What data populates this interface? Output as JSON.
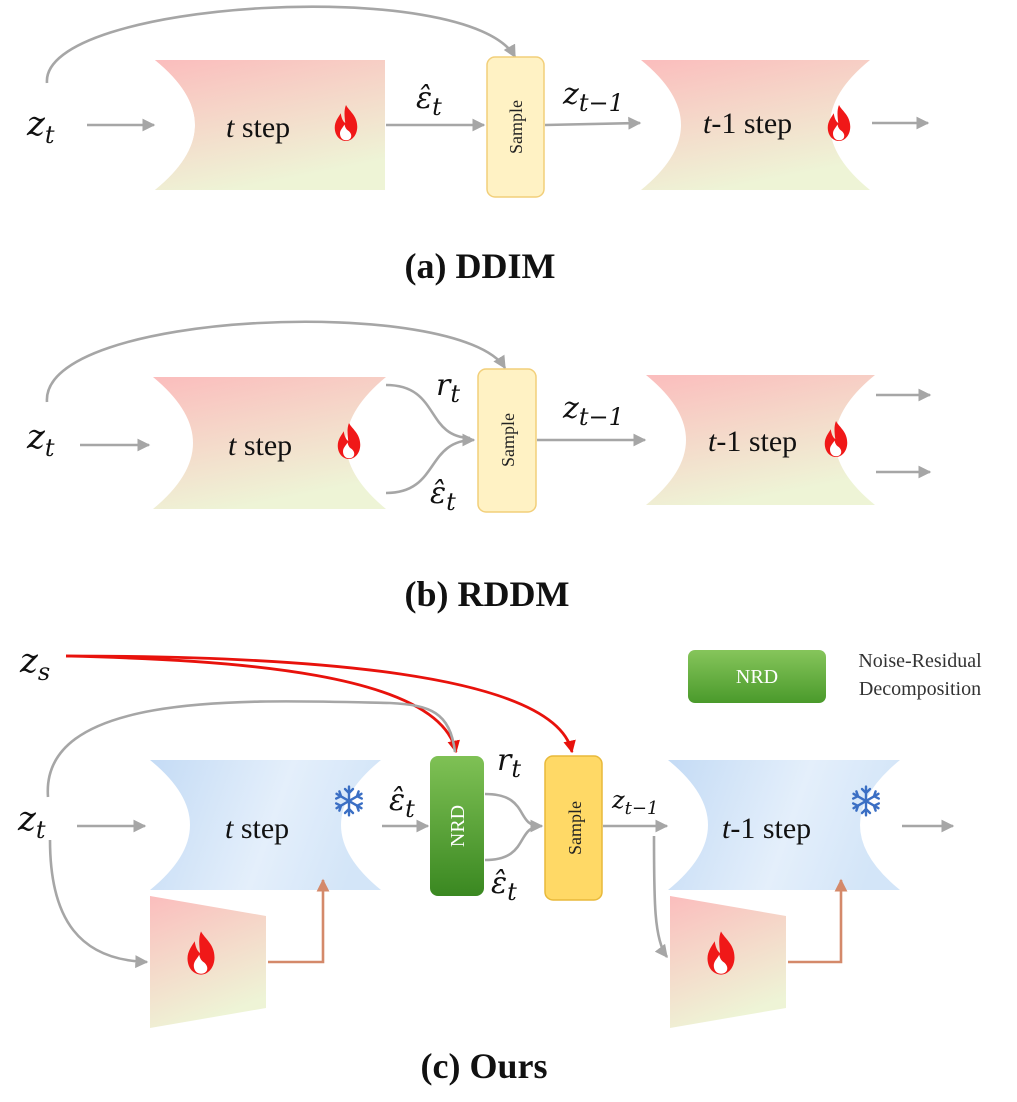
{
  "panels": {
    "ddim": {
      "caption": "(a) DDIM",
      "input": "z",
      "input_sub": "t",
      "step1_italic": "t",
      "step1_rest": " step",
      "step2_italic": "t",
      "step2_rest": "-1 step",
      "eps": "ε̂",
      "eps_sub": "t",
      "sample_label": "Sample",
      "out": "z",
      "out_sub": "t−1"
    },
    "rddm": {
      "caption": "(b) RDDM",
      "input": "z",
      "input_sub": "t",
      "step1_italic": "t",
      "step1_rest": " step",
      "step2_italic": "t",
      "step2_rest": "-1 step",
      "r": "r",
      "r_sub": "t",
      "eps": "ε̂",
      "eps_sub": "t",
      "sample_label": "Sample",
      "out": "z",
      "out_sub": "t−1"
    },
    "ours": {
      "caption": "(c) Ours",
      "input_s": "z",
      "input_s_sub": "s",
      "input": "z",
      "input_sub": "t",
      "step1_italic": "t",
      "step1_rest": " step",
      "step2_italic": "t",
      "step2_rest": "-1 step",
      "eps_in": "ε̂",
      "eps_in_sub": "t",
      "nrd_label": "NRD",
      "r": "r",
      "r_sub": "t",
      "eps": "ε̂",
      "eps_sub": "t",
      "sample_label": "Sample",
      "out": "z",
      "out_sub": "t−1"
    }
  },
  "legend": {
    "box_label": "NRD",
    "line1": "Noise-Residual",
    "line2": "Decomposition"
  },
  "colors": {
    "trainable_top": "#fbc0c0",
    "trainable_bottom": "#eef3d4",
    "frozen_left": "#c6dcf5",
    "frozen_right": "#ddebfa",
    "sample_fill": "#fff2c4",
    "sample_fill_ours": "#ffd966",
    "nrd_top": "#7cbf52",
    "nrd_bottom": "#3b8a22",
    "arrow_gray": "#a6a6a6",
    "arrow_red": "#e8120c",
    "arrow_orange": "#d4896a"
  }
}
